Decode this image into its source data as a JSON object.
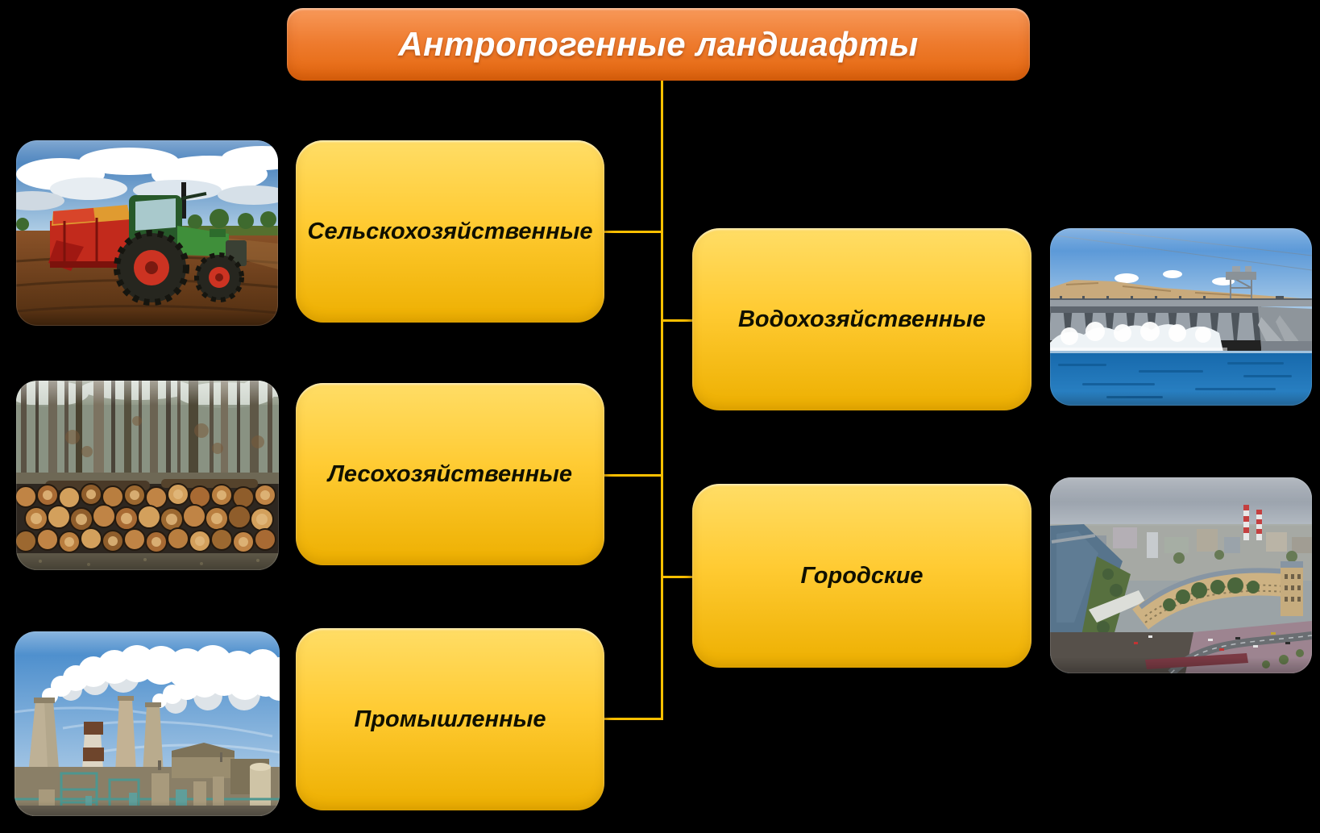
{
  "title": {
    "text": "Антропогенные ландшафты"
  },
  "nodes": [
    {
      "id": "agricultural",
      "label": "Сельскохозяйственные"
    },
    {
      "id": "forestry",
      "label": "Лесохозяйственные"
    },
    {
      "id": "industrial",
      "label": "Промышленные"
    },
    {
      "id": "water",
      "label": "Водохозяйственные"
    },
    {
      "id": "urban",
      "label": "Городские"
    }
  ],
  "images": [
    {
      "id": "tractor-field-photo",
      "alt": "Трактор с прицепной машиной на поле"
    },
    {
      "id": "timber-logs-photo",
      "alt": "Штабель брёвен в лесу"
    },
    {
      "id": "factory-photo",
      "alt": "Промышленный завод с дымящими трубами"
    },
    {
      "id": "dam-photo",
      "alt": "Плотина гидроэлектростанции"
    },
    {
      "id": "city-photo",
      "alt": "Городская застройка с высоты"
    }
  ],
  "colors": {
    "canvas-bg": "#000000",
    "connector": "#FFC000",
    "title-top": "#F8995A",
    "title-bottom": "#E4670D",
    "title-text": "#FFFFFF",
    "node-top": "#FFDD66",
    "node-bottom": "#EDAF00",
    "node-text": "#101000"
  }
}
